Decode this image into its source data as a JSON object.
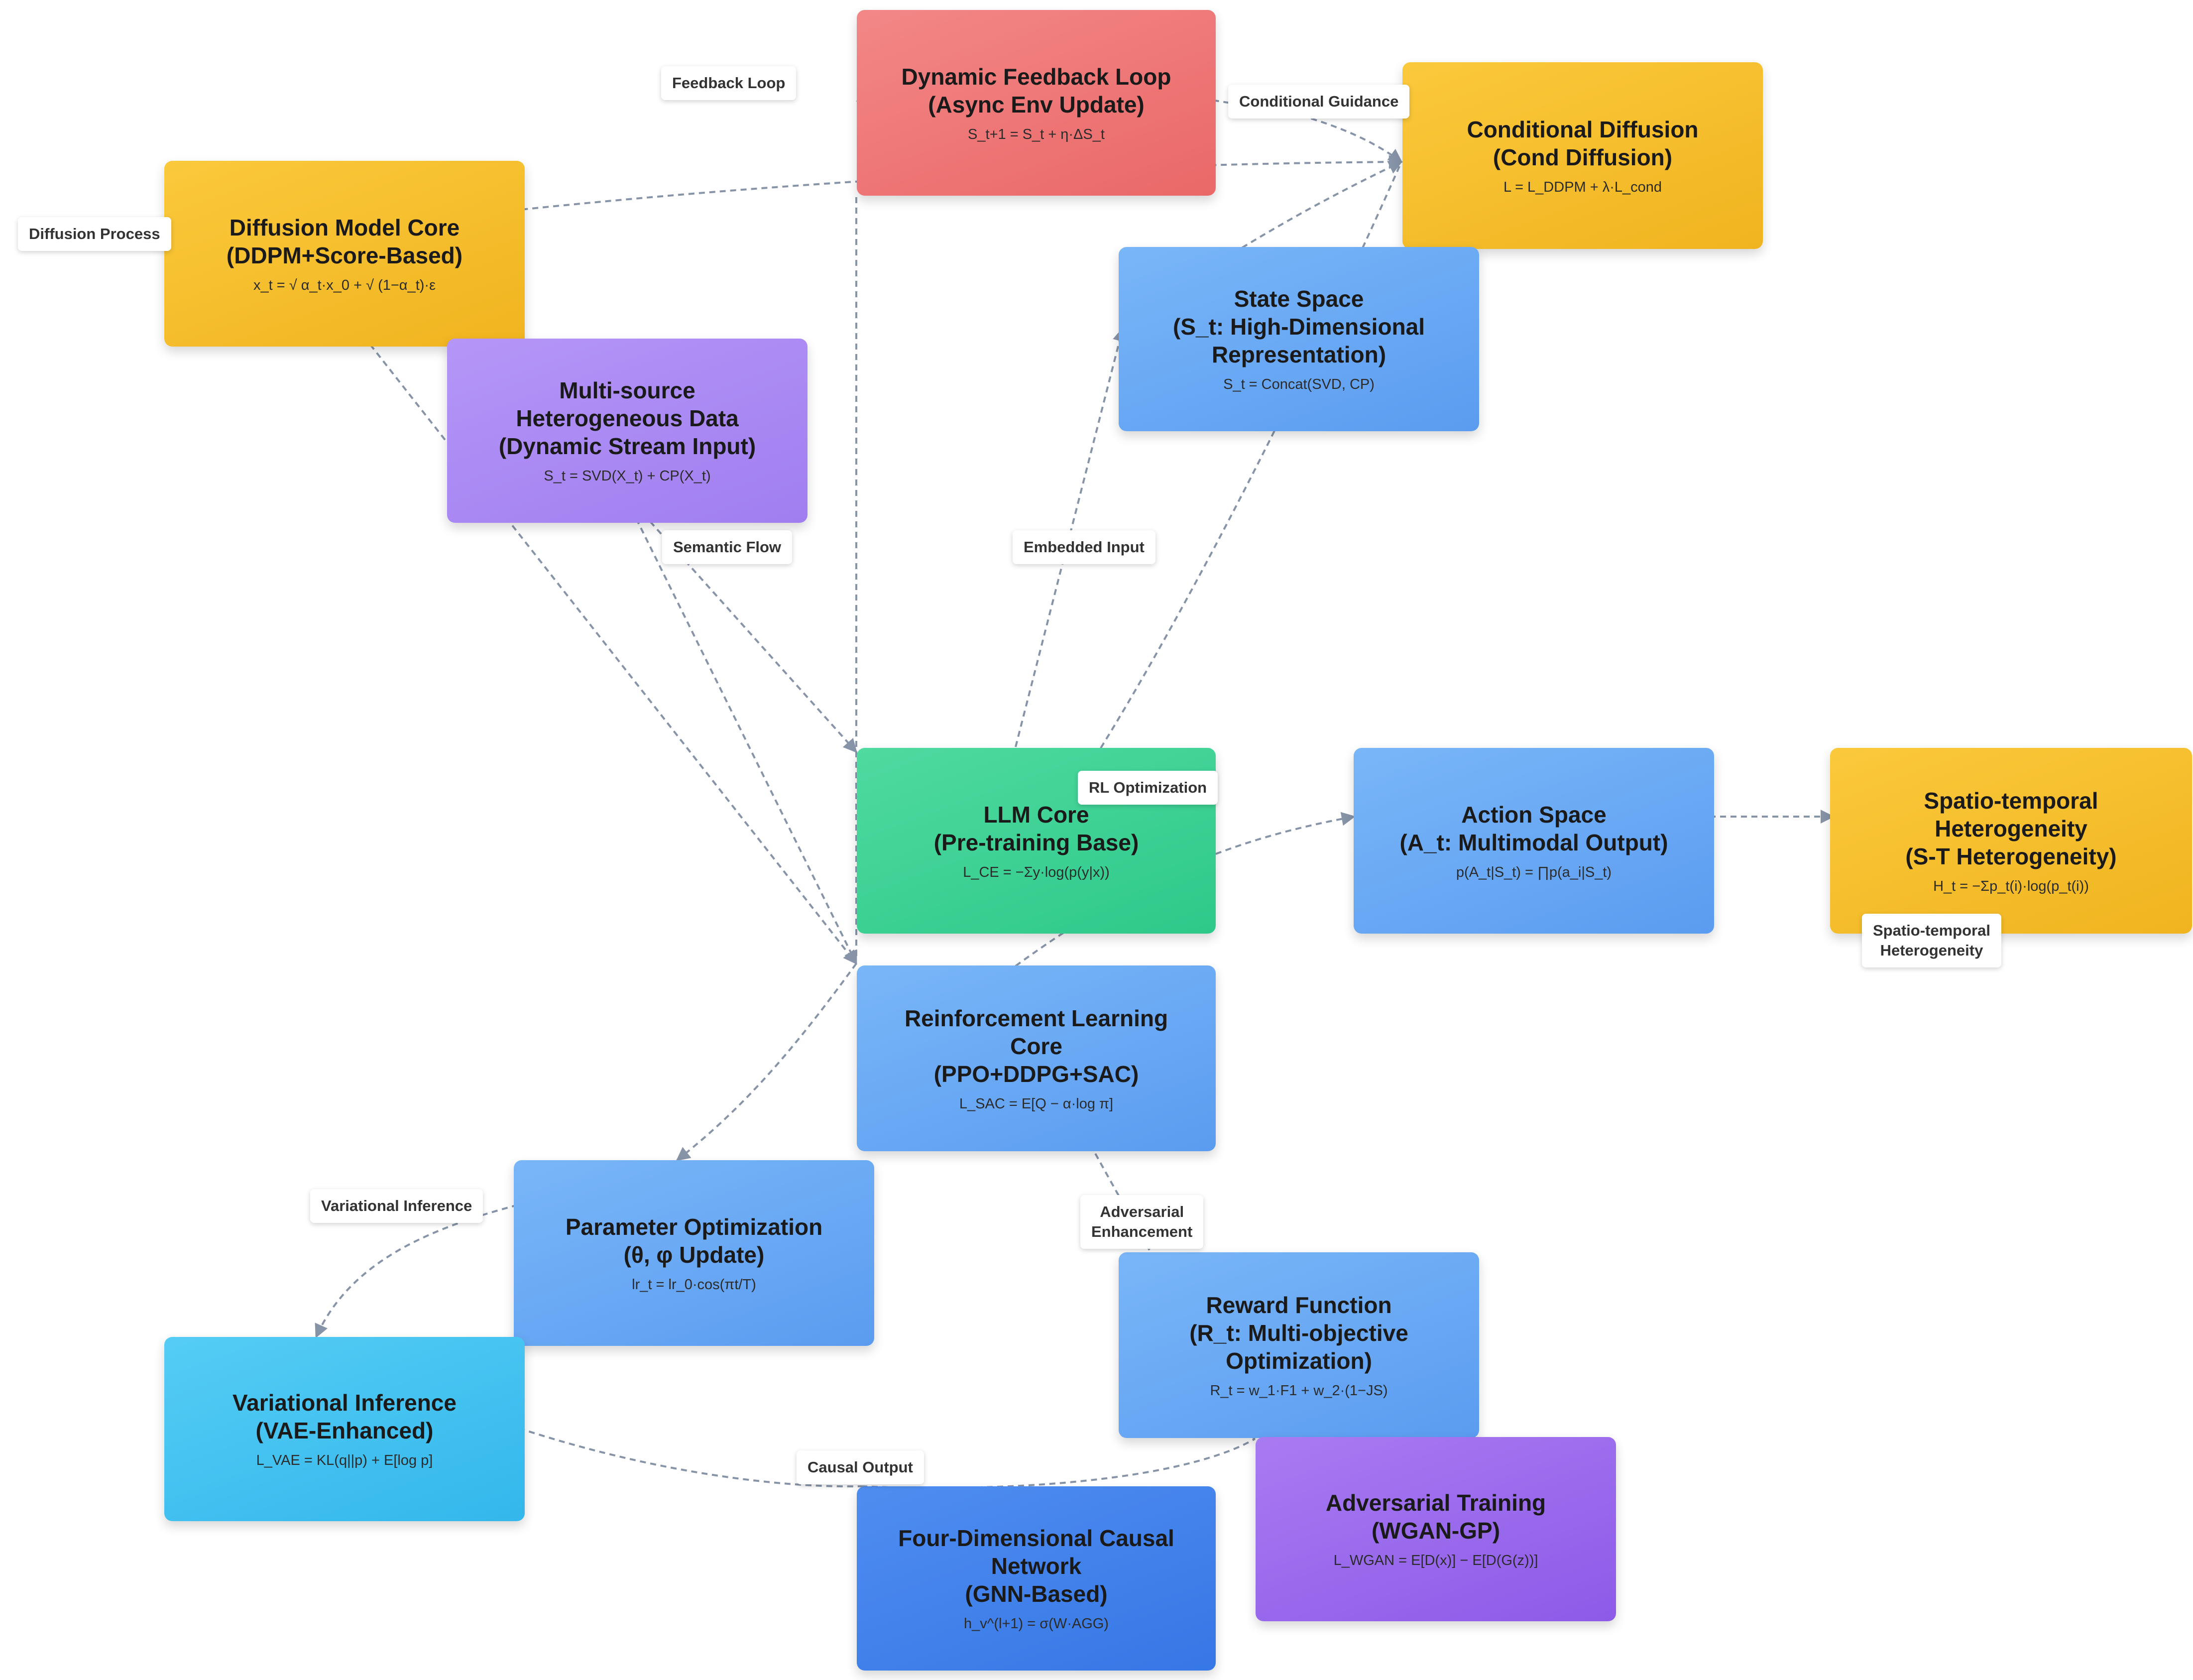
{
  "nodes": {
    "feedback_loop": {
      "title": "Dynamic Feedback Loop\n(Async Env Update)",
      "formula": "S_t+1 = S_t + η·ΔS_t"
    },
    "conditional_diffusion": {
      "title": "Conditional Diffusion\n(Cond Diffusion)",
      "formula": "L = L_DDPM + λ·L_cond"
    },
    "diffusion_core": {
      "title": "Diffusion Model Core\n(DDPM+Score-Based)",
      "formula": "x_t = √ α_t·x_0 + √ (1−α_t)·ε"
    },
    "state_space": {
      "title": "State Space\n(S_t: High-Dimensional\nRepresentation)",
      "formula": "S_t = Concat(SVD, CP)"
    },
    "multisource_data": {
      "title": "Multi-source\nHeterogeneous Data\n(Dynamic Stream Input)",
      "formula": "S_t = SVD(X_t) + CP(X_t)"
    },
    "llm_core": {
      "title": "LLM Core\n(Pre-training Base)",
      "formula": "L_CE = −Σy·log(p(y|x))"
    },
    "action_space": {
      "title": "Action Space\n(A_t: Multimodal Output)",
      "formula": "p(A_t|S_t) = ∏p(a_i|S_t)"
    },
    "spatiotemporal": {
      "title": "Spatio-temporal\nHeterogeneity\n(S-T Heterogeneity)",
      "formula": "H_t = −Σp_t(i)·log(p_t(i))"
    },
    "rl_core": {
      "title": "Reinforcement Learning\nCore\n(PPO+DDPG+SAC)",
      "formula": "L_SAC = E[Q − α·log π]"
    },
    "param_opt": {
      "title": "Parameter Optimization\n(θ, φ Update)",
      "formula": "lr_t = lr_0·cos(πt/T)"
    },
    "reward": {
      "title": "Reward Function\n(R_t: Multi-objective\nOptimization)",
      "formula": "R_t = w_1·F1 + w_2·(1−JS)"
    },
    "variational": {
      "title": "Variational Inference\n(VAE-Enhanced)",
      "formula": "L_VAE = KL(q||p) + E[log p]"
    },
    "adversarial": {
      "title": "Adversarial Training\n(WGAN-GP)",
      "formula": "L_WGAN = E[D(x)] − E[D(G(z))]"
    },
    "causal": {
      "title": "Four-Dimensional Causal\nNetwork\n(GNN-Based)",
      "formula": "h_v^(l+1) = σ(W·AGG)"
    }
  },
  "edge_labels": {
    "feedback_loop": "Feedback Loop",
    "conditional_guidance": "Conditional Guidance",
    "diffusion_process": "Diffusion Process",
    "semantic_flow": "Semantic Flow",
    "embedded_input": "Embedded Input",
    "rl_optimization": "RL Optimization",
    "spatiotemporal": "Spatio-temporal\nHeterogeneity",
    "variational_inference": "Variational Inference",
    "adversarial_enhancement": "Adversarial\nEnhancement",
    "causal_output": "Causal Output"
  },
  "colors": {
    "edge": "#8794a8",
    "yellow": "#f5bd2e",
    "red": "#ee7777",
    "blue": "#6aa8f4",
    "purple": "#ab8af4",
    "green": "#3ccf94",
    "cyan": "#44c2f0"
  }
}
